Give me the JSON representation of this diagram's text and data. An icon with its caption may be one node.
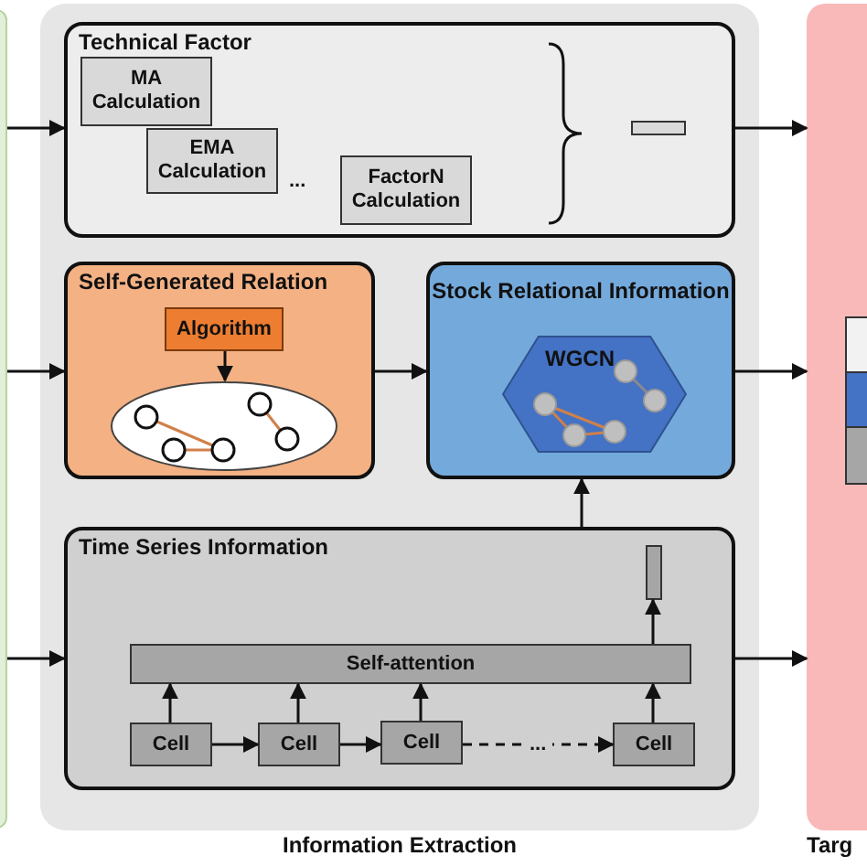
{
  "diagram": {
    "nodes": [
      {
        "text": [],
        "shape": "box"
      },
      {
        "text": [
          "Information Extraction"
        ]
      },
      {
        "text": [
          "Technical Factor"
        ],
        "in": 1
      },
      {
        "text": [
          "MA Calculation"
        ],
        "in": 2
      },
      {
        "text": [
          "EMA Calculation"
        ],
        "in": 2
      },
      {
        "text": [
          "FactorN Calculation"
        ],
        "in": 2
      },
      {
        "text": [
          "Self-Generated Relation"
        ],
        "in": 1
      },
      {
        "text": [
          "Algorithm"
        ],
        "in": 6
      },
      {
        "text": [],
        "shape": "ellipse",
        "in": 6
      },
      {
        "text": [
          "Stock Relational Information"
        ],
        "in": 1
      },
      {
        "text": [
          "WGCN"
        ],
        "in": 9
      },
      {
        "text": [
          "Time Series Information"
        ],
        "in": 1
      },
      {
        "text": [
          "Self-attention"
        ],
        "in": 11
      },
      {
        "text": [],
        "shape": "bar",
        "in": 11
      },
      {
        "text": [
          "Cell"
        ],
        "in": 11
      },
      {
        "text": [
          "Cell"
        ],
        "in": 11
      },
      {
        "text": [
          "Cell"
        ],
        "in": 11
      },
      {
        "text": [
          "Cell"
        ],
        "in": 11
      },
      {
        "text": [
          "Targ"
        ]
      }
    ],
    "edges": [
      {
        "from": 0,
        "to": 2,
        "arrow": "to"
      },
      {
        "from": 0,
        "to": 6,
        "arrow": "to"
      },
      {
        "from": 0,
        "to": 11,
        "arrow": "to"
      },
      {
        "from": 2,
        "to": 18,
        "arrow": "to"
      },
      {
        "from": 6,
        "to": 9,
        "arrow": "to"
      },
      {
        "from": 9,
        "to": 18,
        "arrow": "to"
      },
      {
        "from": 11,
        "to": 18,
        "arrow": "to"
      },
      {
        "from": 11,
        "to": 9,
        "arrow": "to"
      },
      {
        "from": 7,
        "to": 8,
        "arrow": "to"
      },
      {
        "from": 12,
        "to": 13,
        "arrow": "to"
      },
      {
        "from": 14,
        "to": 12,
        "arrow": "to"
      },
      {
        "from": 15,
        "to": 12,
        "arrow": "to"
      },
      {
        "from": 16,
        "to": 12,
        "arrow": "to"
      },
      {
        "from": 17,
        "to": 12,
        "arrow": "to"
      },
      {
        "from": 14,
        "to": 15,
        "arrow": "to"
      },
      {
        "from": 15,
        "to": 16,
        "arrow": "to"
      },
      {
        "from": 16,
        "to": 17,
        "arrow": "to",
        "label": "...",
        "style": "dashed"
      }
    ],
    "labels": [
      "..."
    ]
  }
}
